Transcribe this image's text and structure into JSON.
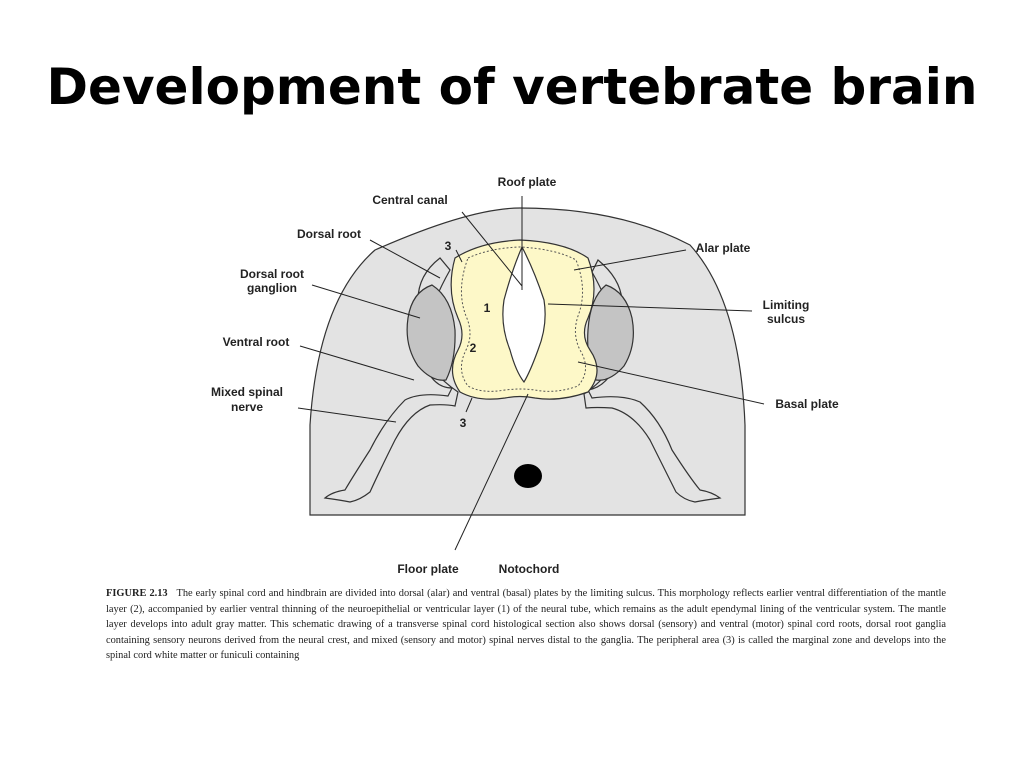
{
  "slide": {
    "title": "Development of vertebrate brain"
  },
  "diagram": {
    "labels": {
      "roof_plate": "Roof plate",
      "central_canal": "Central canal",
      "dorsal_root": "Dorsal root",
      "dorsal_root_ganglion_line1": "Dorsal root",
      "dorsal_root_ganglion_line2": "ganglion",
      "ventral_root": "Ventral root",
      "mixed_spinal_nerve_line1": "Mixed spinal",
      "mixed_spinal_nerve_line2": "nerve",
      "alar_plate": "Alar plate",
      "limiting_sulcus_line1": "Limiting",
      "limiting_sulcus_line2": "sulcus",
      "basal_plate": "Basal plate",
      "floor_plate": "Floor plate",
      "notochord": "Notochord"
    },
    "layer_numbers": {
      "ventricular": "1",
      "mantle": "2",
      "marginal": "3"
    },
    "colors": {
      "tissue": "#e3e3e3",
      "neural_tube": "#fdf8c8",
      "ganglion": "#c4c4c4",
      "outline": "#333333",
      "notochord": "#000000"
    }
  },
  "caption": {
    "figure_label": "FIGURE 2.13",
    "text": "The early spinal cord and hindbrain are divided into dorsal (alar) and ventral (basal) plates by the limiting sulcus. This morphology reflects earlier ventral differentiation of the mantle layer (2), accompanied by earlier ventral thinning of the neuroepithelial or ventricular layer (1) of the neural tube, which remains as the adult ependymal lining of the ventricular system. The mantle layer develops into adult gray matter. This schematic drawing of a transverse spinal cord histological section also shows dorsal (sensory) and ventral (motor) spinal cord roots, dorsal root ganglia containing sensory neurons derived from the neural crest, and mixed (sensory and motor) spinal nerves distal to the ganglia. The peripheral area (3) is called the marginal zone and develops into the spinal cord white matter or funiculi containing"
  }
}
